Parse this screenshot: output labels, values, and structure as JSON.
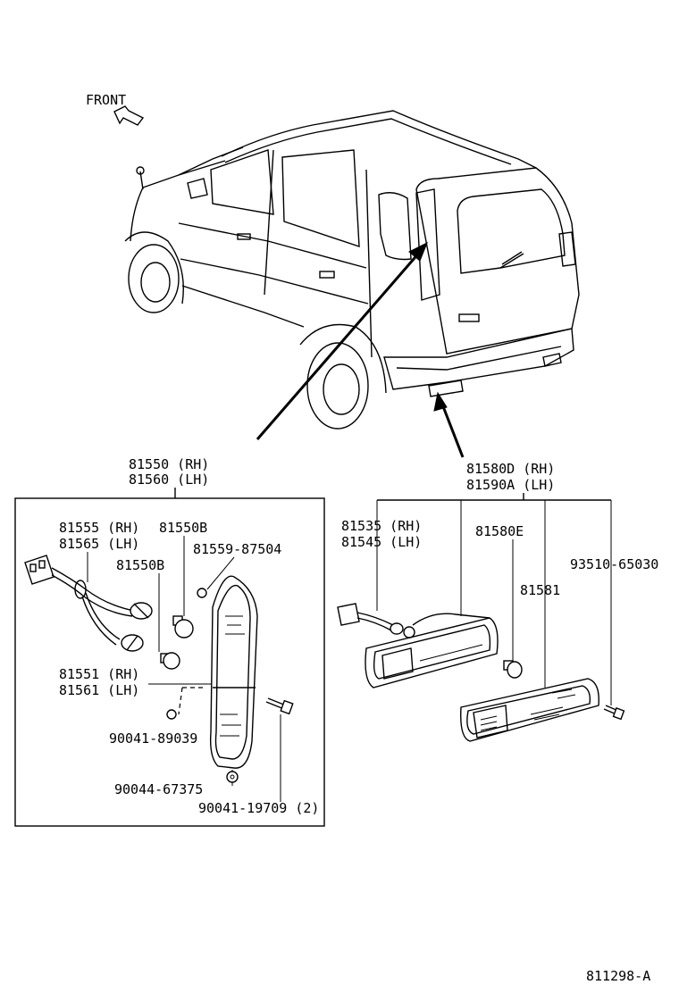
{
  "orientation": {
    "label": "FRONT"
  },
  "figure_number": "811298-A",
  "rear_combination_lamp": {
    "assembly_rh": "81550 (RH)",
    "assembly_lh": "81560 (LH)",
    "parts": {
      "socket_wire_rh": "81555 (RH)",
      "socket_wire_lh": "81565 (LH)",
      "bulb_upper": "81550B",
      "bulb_lower": "81550B",
      "gasket": "81559-87504",
      "lens_rh": "81551 (RH)",
      "lens_lh": "81561 (LH)",
      "nut": "90041-89039",
      "grommet": "90044-67375",
      "screw": "90041-19709 (2)"
    }
  },
  "rear_reflex_reflector": {
    "assembly_rh": "81580D (RH)",
    "assembly_lh": "81590A (LH)",
    "parts": {
      "socket_rh": "81535 (RH)",
      "socket_lh": "81545 (LH)",
      "bulb": "81580E",
      "lens": "81581",
      "screw": "93510-65030"
    }
  }
}
